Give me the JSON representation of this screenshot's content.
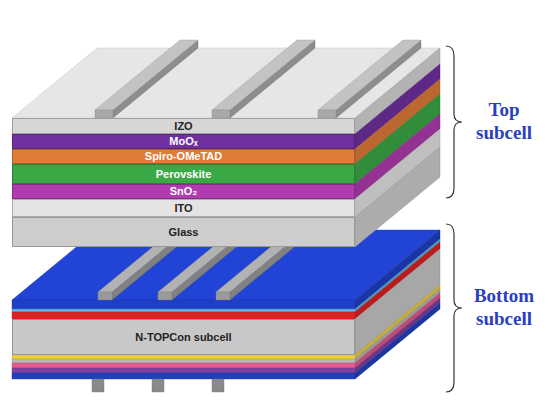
{
  "diagram": {
    "nodes": [
      {
        "text": [
          "IZO"
        ]
      },
      {
        "text": [
          "MoOₓ"
        ]
      },
      {
        "text": [
          "Spiro-OMeTAD"
        ]
      },
      {
        "text": [
          "Perovskite"
        ]
      },
      {
        "text": [
          "SnO₂"
        ]
      },
      {
        "text": [
          "ITO"
        ]
      },
      {
        "text": [
          "Glass"
        ]
      },
      {
        "text": [
          "N-TOPCon subcell"
        ]
      }
    ],
    "labels": [
      "Top subcell",
      "Bottom subcell"
    ]
  }
}
